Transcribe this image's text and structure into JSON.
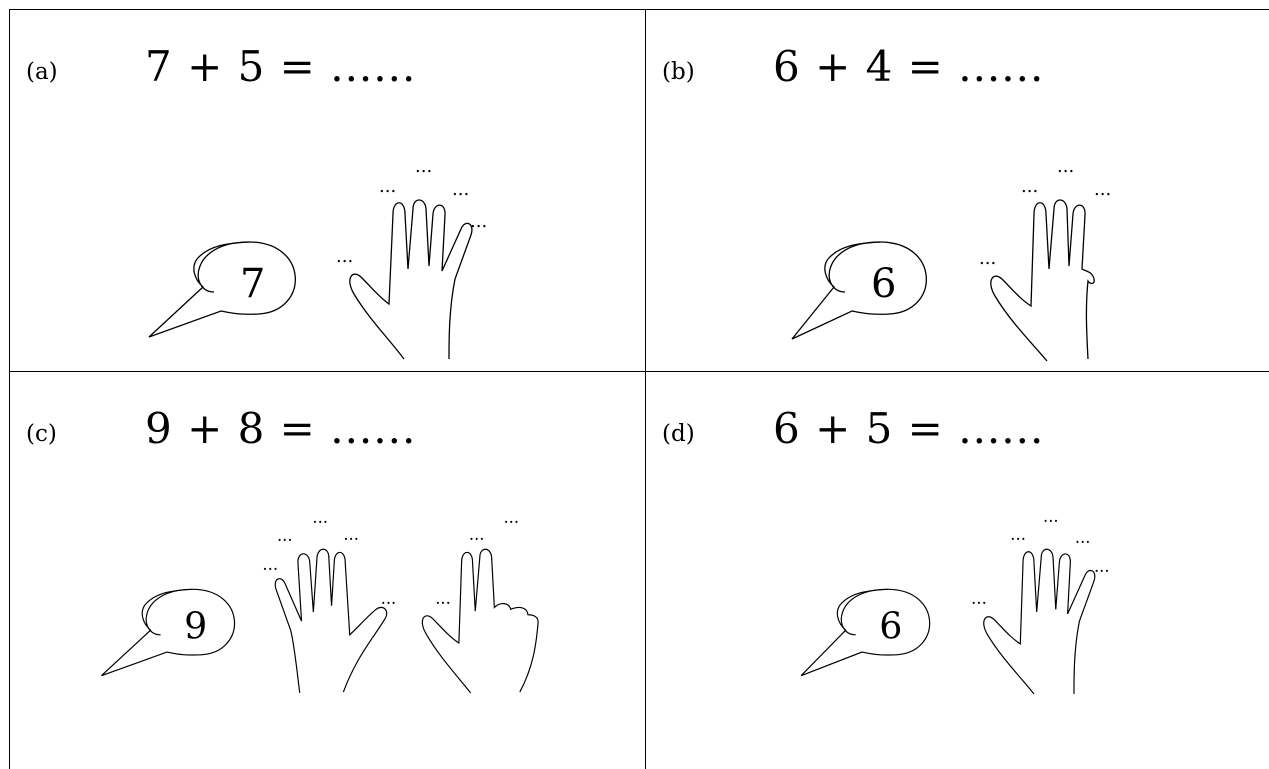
{
  "exercises": [
    {
      "label": "(a)",
      "equation": "7 + 5 = ......",
      "bubble_number": "7",
      "finger_dots": [
        "...",
        "...",
        "...",
        "...",
        "..."
      ]
    },
    {
      "label": "(b)",
      "equation": "6 + 4 = ......",
      "bubble_number": "6",
      "finger_dots": [
        "...",
        "...",
        "...",
        "..."
      ]
    },
    {
      "label": "(c)",
      "equation": "9 + 8 = ......",
      "bubble_number": "9",
      "finger_dots": [
        "...",
        "...",
        "...",
        "...",
        "...",
        "...",
        "...",
        "..."
      ]
    },
    {
      "label": "(d)",
      "equation": "6 + 5 = ......",
      "bubble_number": "6",
      "finger_dots": [
        "...",
        "...",
        "...",
        "...",
        "..."
      ]
    }
  ],
  "icons": [
    "speech-bubble-icon",
    "hand-icon"
  ]
}
